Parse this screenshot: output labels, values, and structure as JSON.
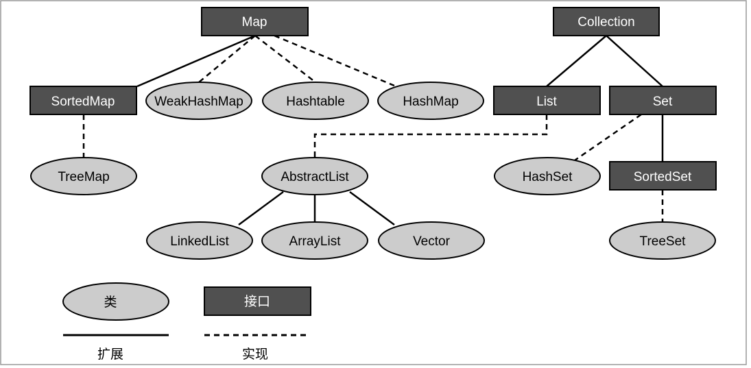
{
  "interfaces": {
    "map": "Map",
    "collection": "Collection",
    "sortedmap": "SortedMap",
    "list": "List",
    "set": "Set",
    "sortedset": "SortedSet"
  },
  "classes": {
    "weakhashmap": "WeakHashMap",
    "hashtable": "Hashtable",
    "hashmap": "HashMap",
    "treemap": "TreeMap",
    "abstractlist": "AbstractList",
    "hashset": "HashSet",
    "linkedlist": "LinkedList",
    "arraylist": "ArrayList",
    "vector": "Vector",
    "treeset": "TreeSet"
  },
  "legend": {
    "class_label": "类",
    "interface_label": "接口",
    "extends_label": "扩展",
    "implements_label": "实现"
  },
  "colors": {
    "interface_fill": "#505050",
    "class_fill": "#cccccc",
    "stroke": "#000000"
  }
}
